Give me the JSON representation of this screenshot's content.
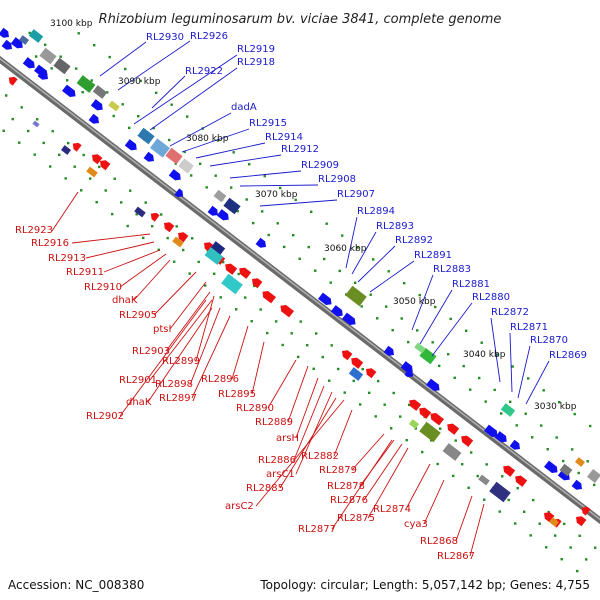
{
  "title": "Rhizobium leguminosarum bv. viciae 3841, complete genome",
  "accession_text": "Accession: NC_008380",
  "topology_text": "Topology: circular; Length: 5,057,142 bp; Genes: 4,755",
  "colors": {
    "forward_label": "#1a1acc",
    "reverse_label": "#cc1111",
    "forward_feature": "#1010ee",
    "reverse_feature": "#ee1111",
    "backbone": "#808080",
    "tick": "#228b22"
  },
  "scale_ticks": [
    "3100 kbp",
    "3090 kbp",
    "3080 kbp",
    "3070 kbp",
    "3060 kbp",
    "3050 kbp",
    "3040 kbp",
    "3030 kbp"
  ],
  "forward_labels": [
    "RL2930",
    "RL2926",
    "RL2919",
    "RL2918",
    "RL2922",
    "dadA",
    "RL2915",
    "RL2914",
    "RL2912",
    "RL2909",
    "RL2908",
    "RL2907",
    "RL2894",
    "RL2893",
    "RL2892",
    "RL2891",
    "RL2883",
    "RL2881",
    "RL2880",
    "RL2872",
    "RL2871",
    "RL2870",
    "RL2869"
  ],
  "reverse_labels": [
    "RL2923",
    "RL2916",
    "RL2913",
    "RL2911",
    "RL2910",
    "dhaK",
    "RL2905",
    "ptsI",
    "RL2903",
    "RL2899",
    "RL2901",
    "RL2898",
    "RL2896",
    "RL2902",
    "dhaK",
    "RL2897",
    "RL2895",
    "RL2890",
    "RL2889",
    "arsH",
    "RL2886",
    "RL2882",
    "arsC1",
    "RL2885",
    "arsC2",
    "RL2879",
    "RL2878",
    "RL2876",
    "RL2875",
    "RL2877",
    "RL2874",
    "cya3",
    "RL2868",
    "RL2867"
  ]
}
